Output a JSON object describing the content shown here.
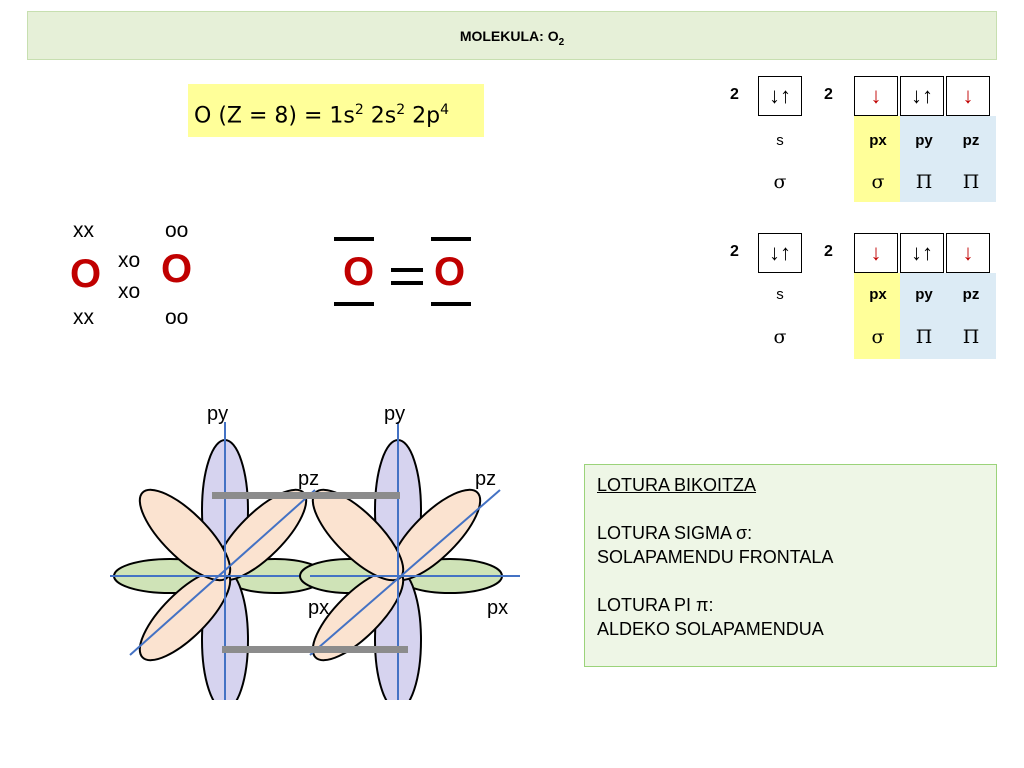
{
  "title": {
    "text": "MOLEKULA: O",
    "sub": "2"
  },
  "formula": {
    "prefix": "O",
    "paren": "(Z = 8)",
    "eq": "= 1s",
    "e1": "2",
    "s2": " 2s",
    "e2": "2",
    "p": " 2p",
    "e3": "4"
  },
  "lewis": {
    "left_O": "O",
    "right_O": "O",
    "xx_top": "xx",
    "xx_bottom": "xx",
    "xo_1": "xo",
    "xo_2": "xo",
    "oo_top": "oo",
    "oo_bottom": "oo"
  },
  "structure": {
    "O1": "O",
    "O2": "O"
  },
  "orbitals": [
    {
      "s_count": "2",
      "s_box": "↓↑",
      "p_count": "2",
      "p_boxes": [
        "↓",
        "↓↑",
        "↓"
      ],
      "labels": {
        "s": "s",
        "px": "px",
        "py": "py",
        "pz": "pz"
      },
      "bonds": {
        "s": "σ",
        "px": "σ",
        "py": "Π",
        "pz": "Π"
      }
    },
    {
      "s_count": "2",
      "s_box": "↓↑",
      "p_count": "2",
      "p_boxes": [
        "↓",
        "↓↑",
        "↓"
      ],
      "labels": {
        "s": "s",
        "px": "px",
        "py": "py",
        "pz": "pz"
      },
      "bonds": {
        "s": "σ",
        "px": "σ",
        "py": "Π",
        "pz": "Π"
      }
    }
  ],
  "orbital_labels": {
    "py_left": "py",
    "py_right": "py",
    "pz_left": "pz",
    "pz_right": "pz",
    "px_left": "px",
    "px_right": "px"
  },
  "info": {
    "line1": "LOTURA BIKOITZA",
    "line2": "LOTURA SIGMA σ:",
    "line3": "SOLAPAMENDU FRONTALA",
    "line4": "LOTURA PI π:",
    "line5": "ALDEKO SOLAPAMENDUA"
  },
  "colors": {
    "red": "#c00000",
    "yellow_bg": "#ffff99",
    "blue_bg": "#dcebf5",
    "green_bg": "#eef6e6"
  }
}
